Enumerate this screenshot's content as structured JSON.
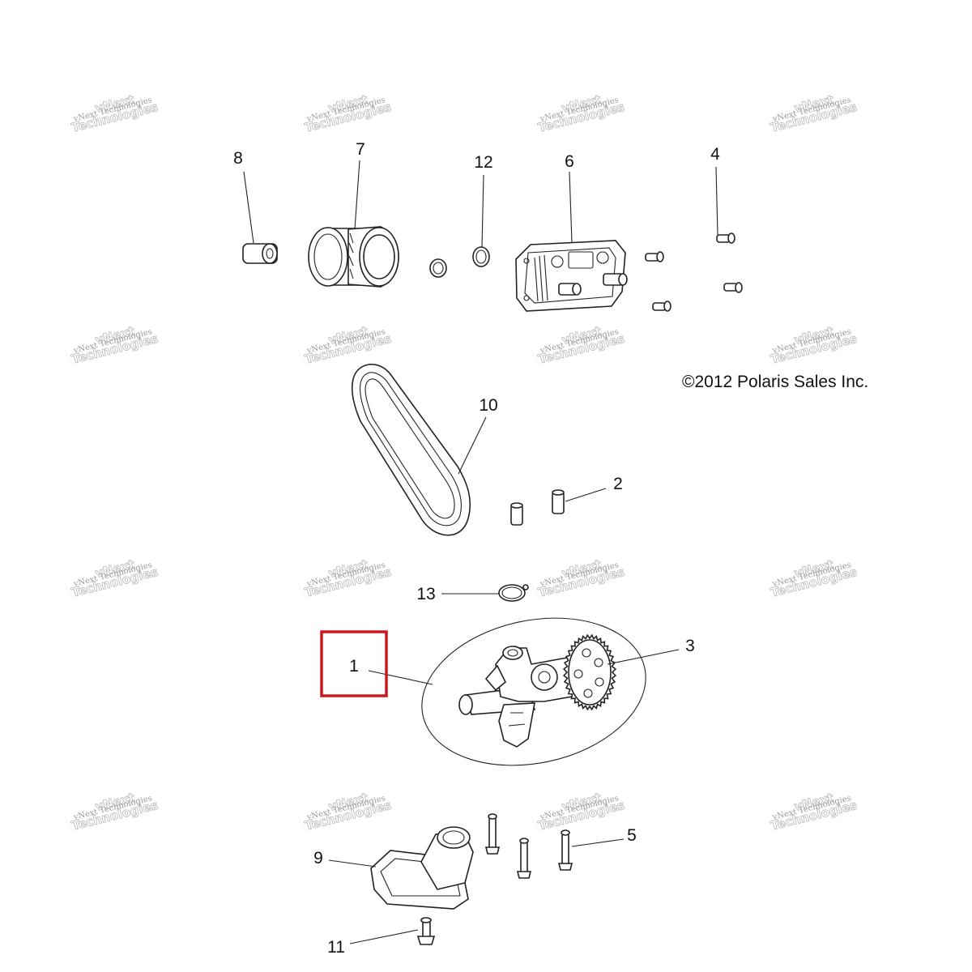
{
  "copyright": "©2012 Polaris Sales Inc.",
  "watermark": {
    "line1": "vNext Technologies",
    "line2": "vNext",
    "line3": "Technologies"
  },
  "callouts": [
    {
      "id": "1",
      "label": "1",
      "highlighted": true
    },
    {
      "id": "2",
      "label": "2"
    },
    {
      "id": "3",
      "label": "3"
    },
    {
      "id": "4",
      "label": "4"
    },
    {
      "id": "5",
      "label": "5"
    },
    {
      "id": "6",
      "label": "6"
    },
    {
      "id": "7",
      "label": "7"
    },
    {
      "id": "8",
      "label": "8"
    },
    {
      "id": "9",
      "label": "9"
    },
    {
      "id": "10",
      "label": "10"
    },
    {
      "id": "11",
      "label": "11"
    },
    {
      "id": "12",
      "label": "12"
    },
    {
      "id": "13",
      "label": "13"
    }
  ],
  "colors": {
    "highlight": "#d0161d",
    "line": "#222222",
    "watermark": "#9a9a9a"
  }
}
